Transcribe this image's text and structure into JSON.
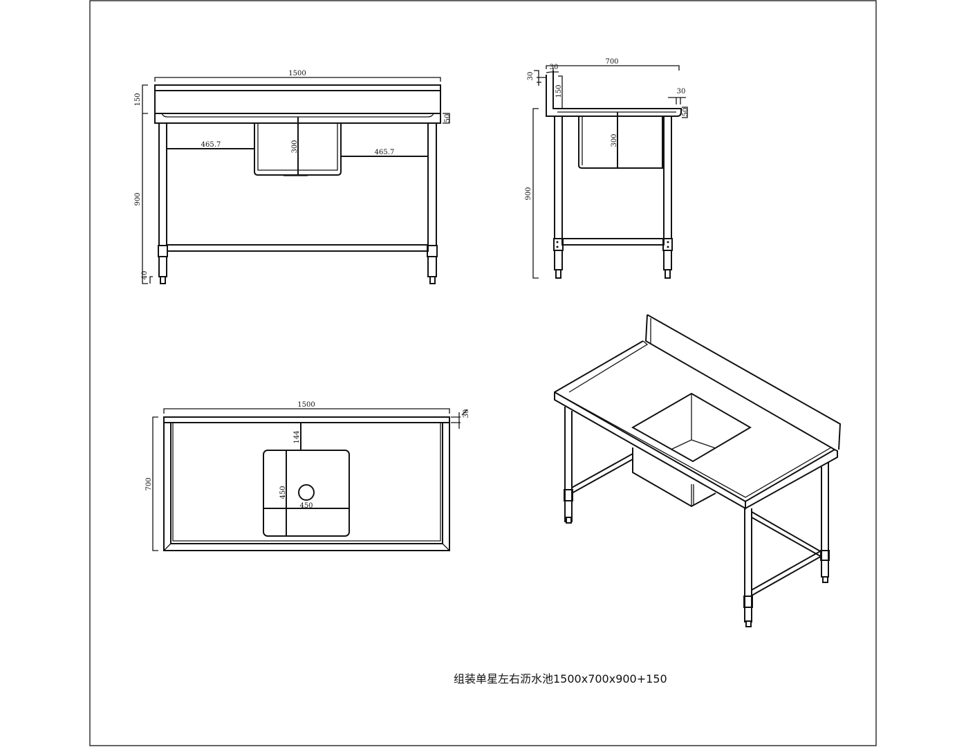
{
  "front_view": {
    "width": "1500",
    "backsplash_height": "150",
    "leg_height": "900",
    "foot_height": "40",
    "counter_thickness": "50",
    "left_offset": "465.7",
    "right_offset": "465.7",
    "bowl_depth": "300"
  },
  "side_view": {
    "depth": "700",
    "backsplash_thickness": "30",
    "backsplash_top": "30",
    "backsplash_height": "150",
    "front_lip": "30",
    "counter_thickness": "50",
    "leg_height": "900",
    "bowl_depth": "300"
  },
  "top_view": {
    "width": "1500",
    "depth": "700",
    "backsplash_thickness": "30",
    "bowl_offset": "144",
    "bowl_length": "450",
    "bowl_width": "450"
  },
  "caption": "组装单星左右沥水池1500x700x900+150",
  "colors": {
    "line": "#111111",
    "background": "#ffffff"
  }
}
